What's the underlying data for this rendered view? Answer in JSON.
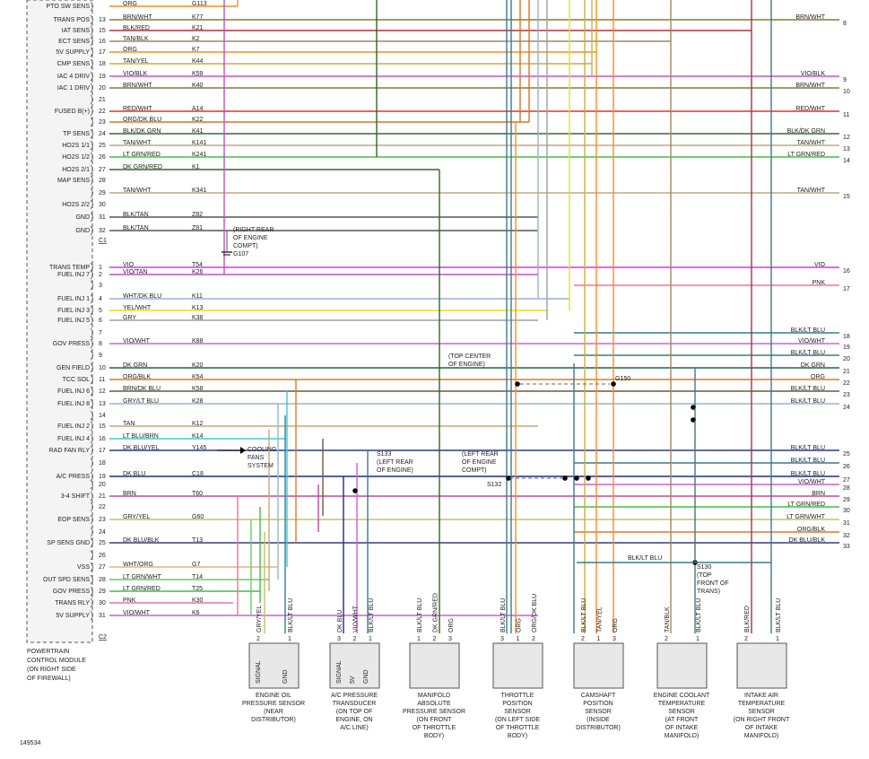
{
  "figure_id": "149534",
  "pcm": {
    "label": [
      "POWERTRAIN",
      "CONTROL MODULE",
      "(ON RIGHT SIDE",
      "OF FIREWALL)"
    ],
    "connector_c1": "C1",
    "connector_c2": "C2"
  },
  "rows": [
    {
      "label": "PTO SW SENS",
      "pin": "",
      "wire": "ORG",
      "circuit": "G113",
      "color": "#ff8c1a"
    },
    {
      "label": "TRANS POS",
      "pin": "13",
      "wire": "BRN/WHT",
      "circuit": "K77",
      "color": "#8a7a2e",
      "right_label": "BRN/WHT",
      "right_num": "8"
    },
    {
      "label": "IAT SENS",
      "pin": "15",
      "wire": "BLK/RED",
      "circuit": "K21",
      "color": "#b03030"
    },
    {
      "label": "ECT SENS",
      "pin": "16",
      "wire": "TAN/BLK",
      "circuit": "K2",
      "color": "#a08860"
    },
    {
      "label": "5V SUPPLY",
      "pin": "17",
      "wire": "ORG",
      "circuit": "K7",
      "color": "#ff8c1a"
    },
    {
      "label": "CMP SENS",
      "pin": "18",
      "wire": "TAN/YEL",
      "circuit": "K44",
      "color": "#c8b040"
    },
    {
      "label": "IAC 4 DRIV",
      "pin": "19",
      "wire": "VIO/BLK",
      "circuit": "K59",
      "color": "#d050d0",
      "right_label": "VIO/BLK",
      "right_num": "9"
    },
    {
      "label": "IAC 1 DRIV",
      "pin": "20",
      "wire": "BRN/WHT",
      "circuit": "K40",
      "color": "#8a7a2e",
      "right_label": "BRN/WHT",
      "right_num": "10"
    },
    {
      "label": "",
      "pin": "21",
      "wire": "",
      "circuit": "",
      "color": ""
    },
    {
      "label": "FUSED B(+)",
      "pin": "22",
      "wire": "RED/WHT",
      "circuit": "A14",
      "color": "#e03030",
      "right_label": "RED/WHT",
      "right_num": "11"
    },
    {
      "label": "",
      "pin": "23",
      "wire": "ORG/DK BLU",
      "circuit": "K22",
      "color": "#e07020"
    },
    {
      "label": "TP SENS",
      "pin": "24",
      "wire": "BLK/DK GRN",
      "circuit": "K41",
      "color": "#3a6a3a",
      "right_label": "BLK/DK GRN",
      "right_num": "12"
    },
    {
      "label": "HO2S 1/1",
      "pin": "25",
      "wire": "TAN/WHT",
      "circuit": "K141",
      "color": "#c0a880",
      "right_label": "TAN/WHT",
      "right_num": "13"
    },
    {
      "label": "HO2S 1/2",
      "pin": "26",
      "wire": "LT GRN/RED",
      "circuit": "K241",
      "color": "#40c040",
      "right_label": "LT GRN/RED",
      "right_num": "14"
    },
    {
      "label": "HO2S 2/1",
      "pin": "27",
      "wire": "DK GRN/RED",
      "circuit": "K1",
      "color": "#2e6a20"
    },
    {
      "label": "MAP SENS",
      "pin": "28",
      "wire": "",
      "circuit": "",
      "color": ""
    },
    {
      "label": "",
      "pin": "29",
      "wire": "TAN/WHT",
      "circuit": "K341",
      "color": "#c0a880",
      "right_label": "TAN/WHT",
      "right_num": "15"
    },
    {
      "label": "HO2S 2/2",
      "pin": "30",
      "wire": "",
      "circuit": "",
      "color": ""
    },
    {
      "label": "GND",
      "pin": "31",
      "wire": "BLK/TAN",
      "circuit": "Z82",
      "color": "#555"
    },
    {
      "label": "GND",
      "pin": "32",
      "wire": "BLK/TAN",
      "circuit": "Z81",
      "color": "#555"
    },
    {
      "label": "TRANS TEMP",
      "pin": "1",
      "wire": "VIO",
      "circuit": "T54",
      "color": "#e030e0",
      "right_label": "VIO",
      "right_num": "16"
    },
    {
      "label": "FUEL INJ 7",
      "pin": "2",
      "wire": "VIO/TAN",
      "circuit": "K26",
      "color": "#c050c0"
    },
    {
      "label": "",
      "pin": "3",
      "wire": "",
      "circuit": "",
      "color": "",
      "right_label": "PNK",
      "right_num": "17"
    },
    {
      "label": "FUEL INJ 1",
      "pin": "4",
      "wire": "WHT/DK BLU",
      "circuit": "K11",
      "color": "#9ab0d0"
    },
    {
      "label": "FUEL INJ 3",
      "pin": "5",
      "wire": "YEL/WHT",
      "circuit": "K13",
      "color": "#e8e020"
    },
    {
      "label": "FUEL INJ 5",
      "pin": "6",
      "wire": "GRY",
      "circuit": "K38",
      "color": "#a0a0a0"
    },
    {
      "label": "",
      "pin": "7",
      "wire": "",
      "circuit": "",
      "color": "",
      "right_label": "BLK/LT BLU",
      "right_num": "18"
    },
    {
      "label": "GOV PRESS",
      "pin": "8",
      "wire": "VIO/WHT",
      "circuit": "K88",
      "color": "#d060d0",
      "right_label": "VIO/WHT",
      "right_num": "19"
    },
    {
      "label": "",
      "pin": "9",
      "wire": "",
      "circuit": "",
      "color": "",
      "right_label": "BLK/LT BLU",
      "right_num": "20"
    },
    {
      "label": "GEN FIELD",
      "pin": "10",
      "wire": "DK GRN",
      "circuit": "K20",
      "color": "#1a6a3a",
      "right_label": "DK GRN",
      "right_num": "21"
    },
    {
      "label": "TCC SOL",
      "pin": "11",
      "wire": "ORG/BLK",
      "circuit": "K54",
      "color": "#e07a20",
      "right_label": "ORG",
      "right_num": "22"
    },
    {
      "label": "FUEL INJ 6",
      "pin": "12",
      "wire": "BRN/DK BLU",
      "circuit": "K58",
      "color": "#6a5a3a",
      "right_label": "BLK/LT BLU",
      "right_num": "23"
    },
    {
      "label": "FUEL INJ 8",
      "pin": "13",
      "wire": "GRY/LT BLU",
      "circuit": "K28",
      "color": "#90b8c8",
      "right_label": "BLK/LT BLU",
      "right_num": "24"
    },
    {
      "label": "",
      "pin": "14",
      "wire": "",
      "circuit": "",
      "color": ""
    },
    {
      "label": "FUEL INJ 2",
      "pin": "15",
      "wire": "TAN",
      "circuit": "K12",
      "color": "#c8a878"
    },
    {
      "label": "FUEL INJ 4",
      "pin": "16",
      "wire": "LT BLU/BRN",
      "circuit": "K14",
      "color": "#40c8d8"
    },
    {
      "label": "RAD FAN RLY",
      "pin": "17",
      "wire": "DK BLU/YEL",
      "circuit": "Y145",
      "color": "#2a3a8a",
      "right_label": "BLK/LT BLU",
      "right_num": "25"
    },
    {
      "label": "",
      "pin": "18",
      "wire": "",
      "circuit": "",
      "color": "",
      "right_label": "BLK/LT BLU",
      "right_num": "26"
    },
    {
      "label": "A/C PRESS",
      "pin": "19",
      "wire": "DK BLU",
      "circuit": "C18",
      "color": "#1a2a9a",
      "right_label": "BLK/LT BLU",
      "right_num": "27"
    },
    {
      "label": "",
      "pin": "20",
      "wire": "",
      "circuit": "",
      "color": "",
      "right_label": "VIO/WHT",
      "right_num": "28"
    },
    {
      "label": "3-4 SHIFT",
      "pin": "21",
      "wire": "BRN",
      "circuit": "T60",
      "color": "#c04aa0",
      "right_label": "BRN",
      "right_num": "29"
    },
    {
      "label": "",
      "pin": "22",
      "wire": "",
      "circuit": "",
      "color": "",
      "right_label": "LT GRN/RED",
      "right_num": "30"
    },
    {
      "label": "EOP SENS",
      "pin": "23",
      "wire": "GRY/YEL",
      "circuit": "G60",
      "color": "#c8c060",
      "right_label": "LT GRN/WHT",
      "right_num": "31"
    },
    {
      "label": "",
      "pin": "24",
      "wire": "",
      "circuit": "",
      "color": "",
      "right_label": "ORG/BLK",
      "right_num": "32"
    },
    {
      "label": "SP SENS GND",
      "pin": "25",
      "wire": "DK BLU/BLK",
      "circuit": "T13",
      "color": "#3a3a7a",
      "right_label": "DK BLU/BLK",
      "right_num": "33"
    },
    {
      "label": "",
      "pin": "26",
      "wire": "",
      "circuit": "",
      "color": ""
    },
    {
      "label": "VSS",
      "pin": "27",
      "wire": "WHT/ORG",
      "circuit": "G7",
      "color": "#e8b080"
    },
    {
      "label": "OUT SPD SENS",
      "pin": "28",
      "wire": "LT GRN/WHT",
      "circuit": "T14",
      "color": "#60d060"
    },
    {
      "label": "GOV PRESS",
      "pin": "29",
      "wire": "LT GRN/RED",
      "circuit": "T25",
      "color": "#40c040"
    },
    {
      "label": "TRANS RLY",
      "pin": "30",
      "wire": "PNK",
      "circuit": "K30",
      "color": "#f070a0"
    },
    {
      "label": "5V SUPPLY",
      "pin": "31",
      "wire": "VIO/WHT",
      "circuit": "K6",
      "color": "#d060d0"
    }
  ],
  "annotations": {
    "g107": [
      "(RIGHT REAR",
      "OF ENGINE",
      "COMPT)",
      "G107"
    ],
    "cooling_fans": [
      "COOLING",
      "FANS",
      "SYSTEM"
    ],
    "s133": [
      "S133",
      "(LEFT REAR",
      "OF ENGINE)"
    ],
    "top_center": [
      "(TOP CENTER",
      "OF ENGINE)"
    ],
    "g150": "G150",
    "left_rear": [
      "(LEFT REAR",
      "OF ENGINE",
      "COMPT)"
    ],
    "s132": "S132",
    "s130": [
      "S130",
      "(TOP",
      "FRONT OF",
      "TRANS)"
    ],
    "blk_lt_blu_bottom": "BLK/LT BLU"
  },
  "sensors": [
    {
      "title": [
        "ENGINE OIL",
        "PRESSURE SENSOR",
        "(NEAR",
        "DISTRIBUTOR)"
      ],
      "pins": [
        "2",
        "1"
      ],
      "wires": [
        "GRY/YEL",
        "BLK/LT BLU"
      ],
      "inner": [
        "SIGNAL",
        "GND"
      ]
    },
    {
      "title": [
        "A/C PRESSURE",
        "TRANSDUCER",
        "(ON TOP OF",
        "ENGINE, ON",
        "A/C LINE)"
      ],
      "pins": [
        "3",
        "2",
        "1"
      ],
      "wires": [
        "DK BLU",
        "VIO/WHT",
        "BLK/LT BLU"
      ],
      "inner": [
        "SIGNAL",
        "5V",
        "GND"
      ]
    },
    {
      "title": [
        "MANIFOLD",
        "ABSOLUTE",
        "PRESSURE SENSOR",
        "(ON FRONT",
        "OF THROTTLE",
        "BODY)"
      ],
      "pins": [
        "1",
        "2",
        "3"
      ],
      "wires": [
        "BLK/LT BLU",
        "DK GRN/RED",
        "ORG"
      ]
    },
    {
      "title": [
        "THROTTLE",
        "POSITION",
        "SENSOR",
        "(ON LEFT SIDE",
        "OF THROTTLE",
        "BODY)"
      ],
      "pins": [
        "3",
        "1",
        "2"
      ],
      "wires": [
        "BLK/LT BLU",
        "ORG",
        "ORG/DK BLU"
      ]
    },
    {
      "title": [
        "CAMSHAFT",
        "POSITION",
        "SENSOR",
        "(INSIDE",
        "DISTRIBUTOR)"
      ],
      "pins": [
        "2",
        "1",
        "3"
      ],
      "wires": [
        "BLK/LT BLU",
        "TAN/YEL",
        "ORG"
      ]
    },
    {
      "title": [
        "ENGINE COOLANT",
        "TEMPERATURE",
        "SENSOR",
        "(AT FRONT",
        "OF INTAKE",
        "MANIFOLD)"
      ],
      "pins": [
        "2",
        "1"
      ],
      "wires": [
        "TAN/BLK",
        "BLK/LT BLU"
      ]
    },
    {
      "title": [
        "INTAKE AIR",
        "TEMPERATURE",
        "SENSOR",
        "(ON RIGHT FRONT",
        "OF INTAKE",
        "MANIFOLD)"
      ],
      "pins": [
        "2",
        "1"
      ],
      "wires": [
        "BLK/RED",
        "BLK/LT BLU"
      ]
    }
  ]
}
